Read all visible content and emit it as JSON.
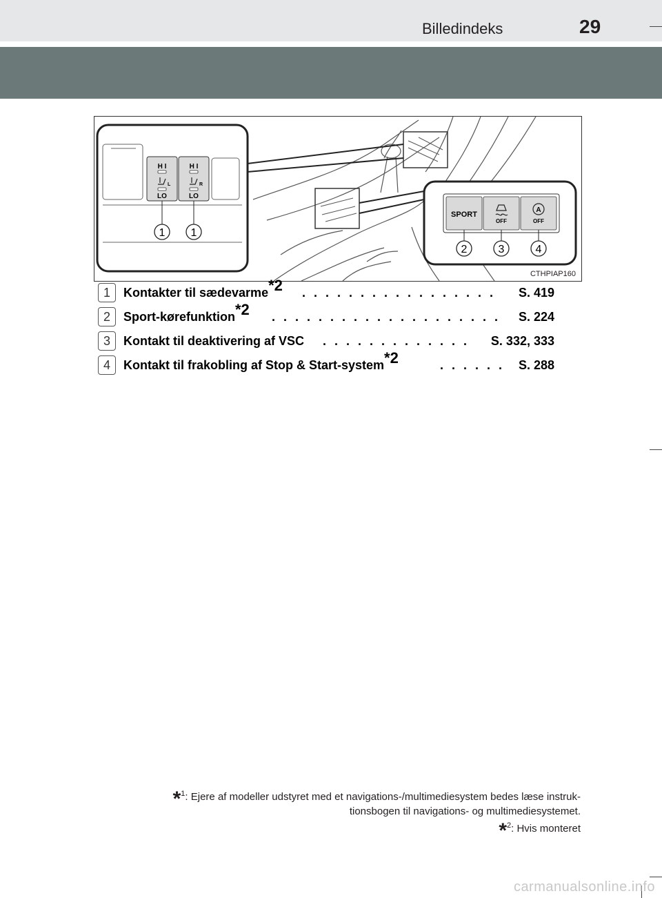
{
  "header": {
    "section_title": "Billedindeks",
    "page_number": "29"
  },
  "figure": {
    "code": "CTHPIAP160",
    "seat_heater_labels": {
      "hi": "H I",
      "lo": "LO",
      "left_marker": "L",
      "right_marker": "R"
    },
    "callouts": [
      "1",
      "1",
      "2",
      "3",
      "4"
    ],
    "buttons": {
      "sport": "SPORT",
      "vsc_off": "OFF",
      "stop_start": "A",
      "stop_start_off": "OFF"
    }
  },
  "items": [
    {
      "number": "1",
      "label": "Kontakter til sædevarme",
      "sup": "*2",
      "leader": ". . . . . . . . . . . . . . . . . . . . . . . . . .",
      "page": "S. 419"
    },
    {
      "number": "2",
      "label": "Sport-kørefunktion",
      "sup": "*2",
      "leader": ". . . . . . . . . . . . . . . . . . . . . . . . . . . . . .",
      "page": "S. 224"
    },
    {
      "number": "3",
      "label": "Kontakt til deaktivering af VSC",
      "sup": "",
      "leader": " . . . . . . . . . . . . . . . . . .",
      "page": "S. 332, 333"
    },
    {
      "number": "4",
      "label": "Kontakt til frakobling af Stop & Start-system",
      "sup": "*2",
      "leader": " . . . . . . . . .",
      "page": "S. 288"
    }
  ],
  "footnotes": {
    "fn1_marker": "1",
    "fn1_line1": ": Ejere af modeller udstyret med et navigations-/multimediesystem bedes læse instruk-",
    "fn1_line2": "tionsbogen til navigations- og multimediesystemet.",
    "fn2_marker": "2",
    "fn2_text": ": Hvis monteret"
  },
  "watermark": "carmanualsonline.info"
}
